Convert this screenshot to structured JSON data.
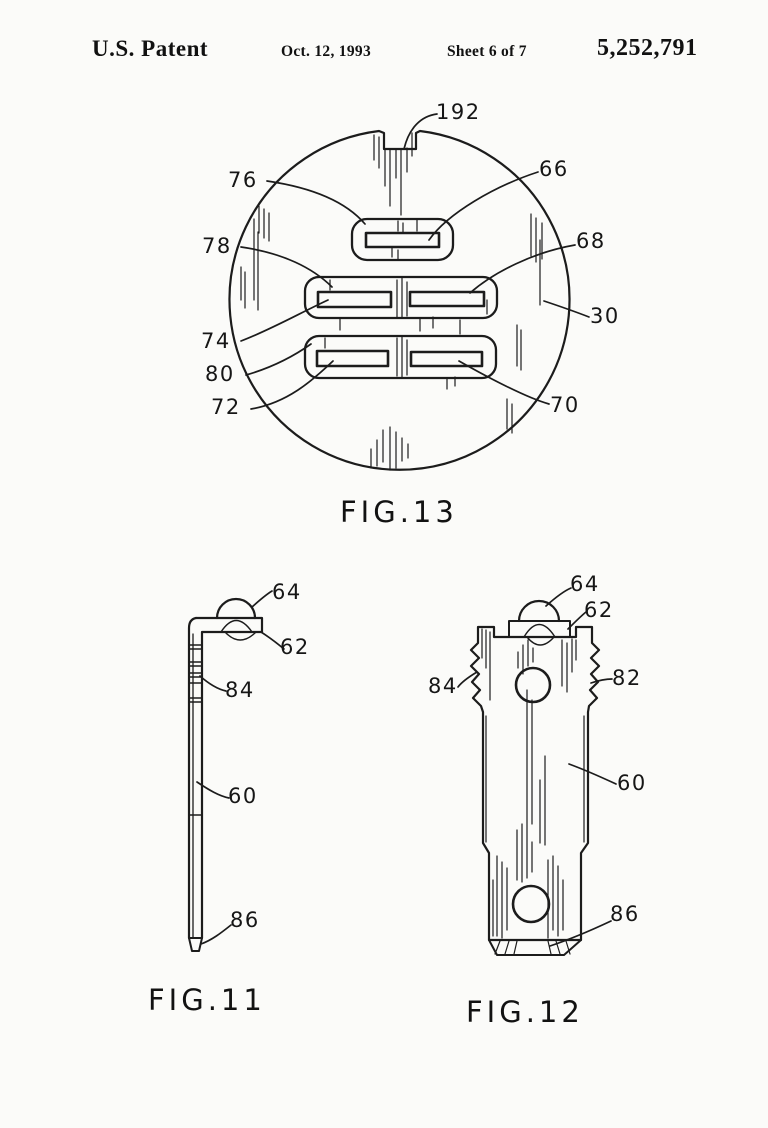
{
  "header": {
    "title": "U.S. Patent",
    "date": "Oct. 12, 1993",
    "sheet": "Sheet 6 of 7",
    "patent_number": "5,252,791"
  },
  "figures": {
    "fig13": {
      "caption": "FIG.13",
      "refs": {
        "r192": "192",
        "r76": "76",
        "r66": "66",
        "r78": "78",
        "r68": "68",
        "r74": "74",
        "r30": "30",
        "r80": "80",
        "r72": "72",
        "r70": "70"
      }
    },
    "fig11": {
      "caption": "FIG.11",
      "refs": {
        "r64": "64",
        "r62": "62",
        "r84": "84",
        "r60": "60",
        "r86": "86"
      }
    },
    "fig12": {
      "caption": "FIG.12",
      "refs": {
        "r64": "64",
        "r62": "62",
        "r84": "84",
        "r82": "82",
        "r60": "60",
        "r86": "86"
      }
    }
  }
}
